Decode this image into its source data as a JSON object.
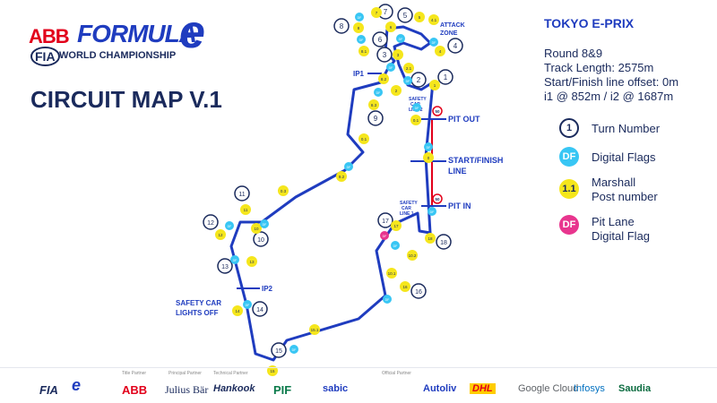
{
  "brand": {
    "abb": "ABB",
    "formula": "FORMULA",
    "e": "e",
    "fia": "FIA",
    "world_championship": "WORLD CHAMPIONSHIP"
  },
  "title": "CIRCUIT MAP V.1",
  "event": {
    "name": "TOKYO E-PRIX",
    "round": "Round 8&9",
    "track_length": "Track Length: 2575m",
    "offset": "Start/Finish line offset: 0m",
    "intervals": "i1 @ 852m / i2 @ 1687m"
  },
  "legend": [
    {
      "symbol": "1",
      "label": "Turn Number",
      "kind": "turn"
    },
    {
      "symbol": "DF",
      "label": "Digital Flags",
      "kind": "flag"
    },
    {
      "symbol": "1.1",
      "label": "Marshall",
      "label2": "Post number",
      "kind": "marshal"
    },
    {
      "symbol": "DF",
      "label": "Pit Lane",
      "label2": "Digital Flag",
      "kind": "pitflag"
    }
  ],
  "track_labels": {
    "attack_zone_1": "ATTACK",
    "attack_zone_2": "ZONE",
    "ip1": "IP1",
    "ip2": "IP2",
    "sc_line2_1": "SAFETY",
    "sc_line2_2": "CAR",
    "sc_line2_3": "LINE 2",
    "sc_line1_1": "SAFETY",
    "sc_line1_2": "CAR",
    "sc_line1_3": "LINE 1",
    "pit_out": "PIT OUT",
    "start_finish_1": "START/FINISH",
    "start_finish_2": "LINE",
    "pit_in": "PIT IN",
    "sc_lights_1": "SAFETY CAR",
    "sc_lights_2": "LIGHTS OFF",
    "speed": "50"
  },
  "turns": [
    "1",
    "2",
    "3",
    "4",
    "5",
    "6",
    "7",
    "8",
    "9",
    "10",
    "11",
    "12",
    "13",
    "14",
    "15",
    "16",
    "17",
    "18"
  ],
  "marshal_posts": [
    "4.1",
    "4",
    "5",
    "7",
    "8",
    "8.1",
    "6",
    "3",
    "2.1",
    "8.2",
    "2",
    "1",
    "8.3",
    "0.1",
    "0.1",
    "9.2",
    "0.3",
    "11",
    "10",
    "12",
    "13",
    "14",
    "15",
    "15.1",
    "16",
    "10.1",
    "10.2",
    "17",
    "18",
    "0"
  ],
  "digital_flags": [
    "DF"
  ],
  "colors": {
    "navy": "#1a2a5c",
    "track": "#1f3cbf",
    "pit": "#e2001a",
    "turn_border": "#1a2a5c",
    "flag": "#38c6f4",
    "marshal": "#f5e61c",
    "pitflag": "#e8358e"
  },
  "sponsors": {
    "title_partner": "Title Partner",
    "principal_partner": "Principal Partner",
    "technical_partner": "Technical Partner",
    "official_partner": "Official Partner",
    "abb": "ABB",
    "julius": "Julius Bär",
    "hankook": "Hankook",
    "pif": "PIF",
    "sabic": "sabic",
    "autoliv": "Autoliv",
    "dhl": "DHL",
    "google": "Google Cloud",
    "infosys": "Infosys",
    "saudia": "Saudia"
  }
}
